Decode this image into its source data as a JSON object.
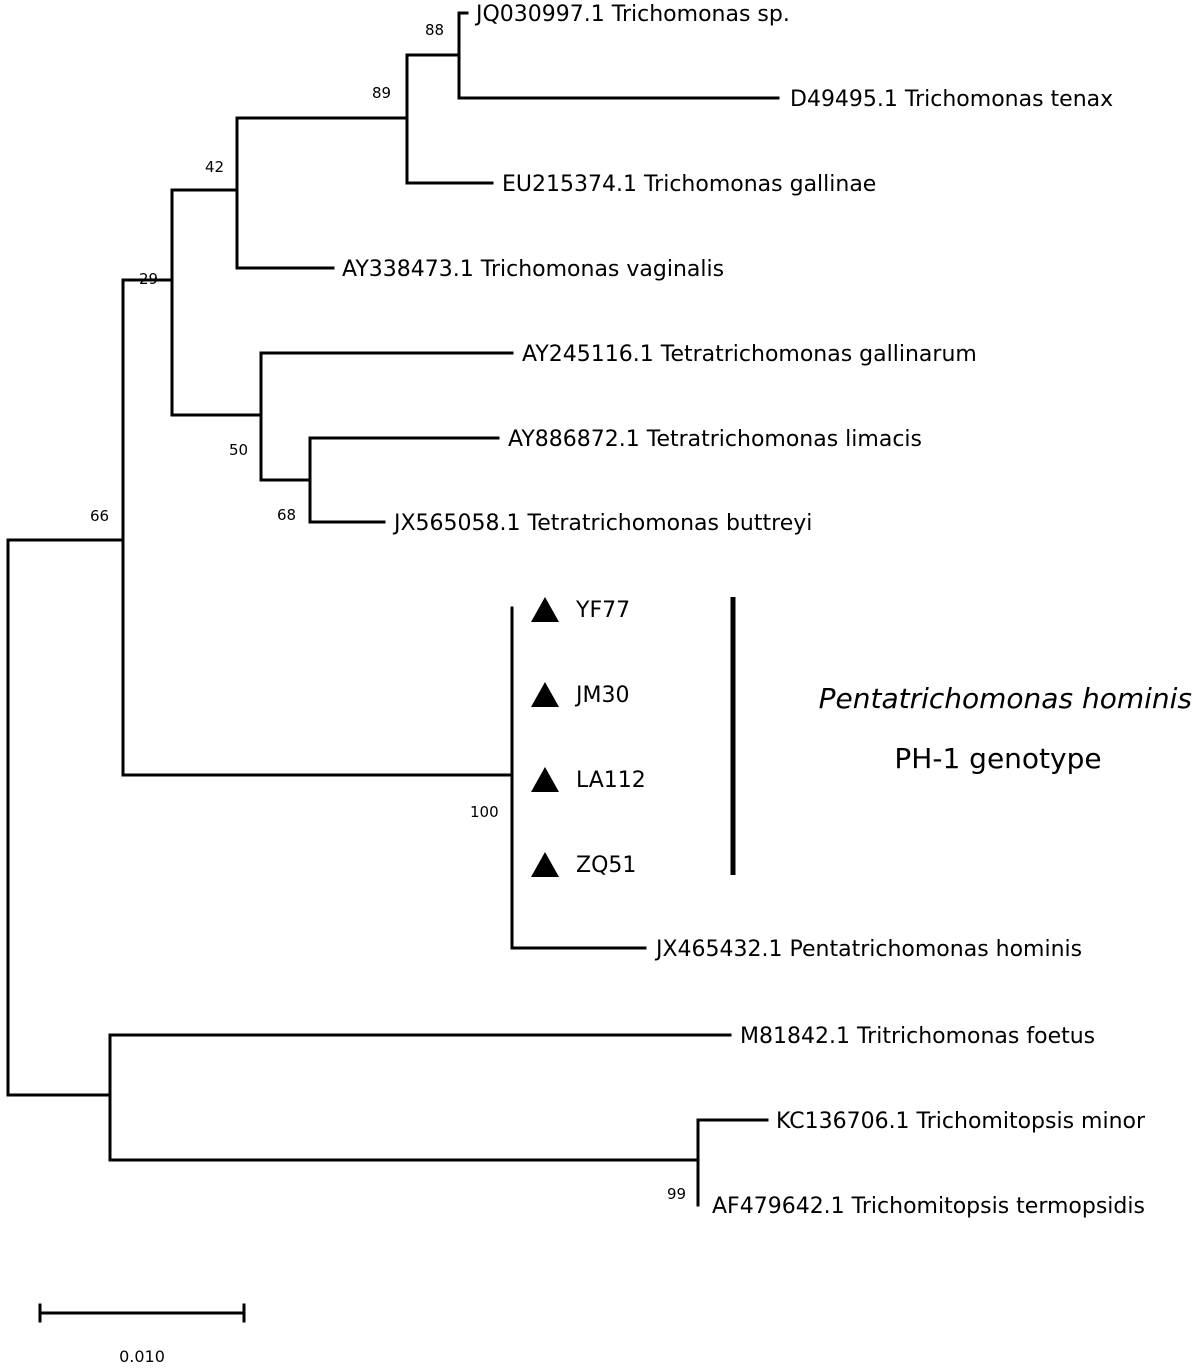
{
  "tree": {
    "leaves": [
      {
        "id": "tsp",
        "label": "JQ030997.1 Trichomonas sp.",
        "marker": false
      },
      {
        "id": "tten",
        "label": "D49495.1 Trichomonas tenax",
        "marker": false
      },
      {
        "id": "tgal",
        "label": "EU215374.1 Trichomonas gallinae",
        "marker": false
      },
      {
        "id": "tvag",
        "label": "AY338473.1 Trichomonas vaginalis",
        "marker": false
      },
      {
        "id": "ttgal",
        "label": "AY245116.1 Tetratrichomonas gallinarum",
        "marker": false
      },
      {
        "id": "ttlim",
        "label": "AY886872.1 Tetratrichomonas limacis",
        "marker": false
      },
      {
        "id": "ttbut",
        "label": "JX565058.1 Tetratrichomonas buttreyi",
        "marker": false
      },
      {
        "id": "yf77",
        "label": "YF77",
        "marker": true
      },
      {
        "id": "jm30",
        "label": "JM30",
        "marker": true
      },
      {
        "id": "la112",
        "label": "LA112",
        "marker": true
      },
      {
        "id": "zq51",
        "label": "ZQ51",
        "marker": true
      },
      {
        "id": "phom",
        "label": "JX465432.1 Pentatrichomonas hominis",
        "marker": false
      },
      {
        "id": "tfoe",
        "label": "M81842.1 Tritrichomonas foetus",
        "marker": false
      },
      {
        "id": "tmin",
        "label": "KC136706.1 Trichomitopsis minor",
        "marker": false
      },
      {
        "id": "tter",
        "label": "AF479642.1 Trichomitopsis termopsidis",
        "marker": false
      }
    ],
    "bootstrap": {
      "n88": "88",
      "n89": "89",
      "n42": "42",
      "n29": "29",
      "n50": "50",
      "n68": "68",
      "n66": "66",
      "n100": "100",
      "n99": "99"
    },
    "clade": {
      "title": "Pentatrichomonas hominis",
      "subtitle": "PH-1 genotype"
    },
    "scale": {
      "value": 0.01,
      "label": "0.010"
    }
  }
}
